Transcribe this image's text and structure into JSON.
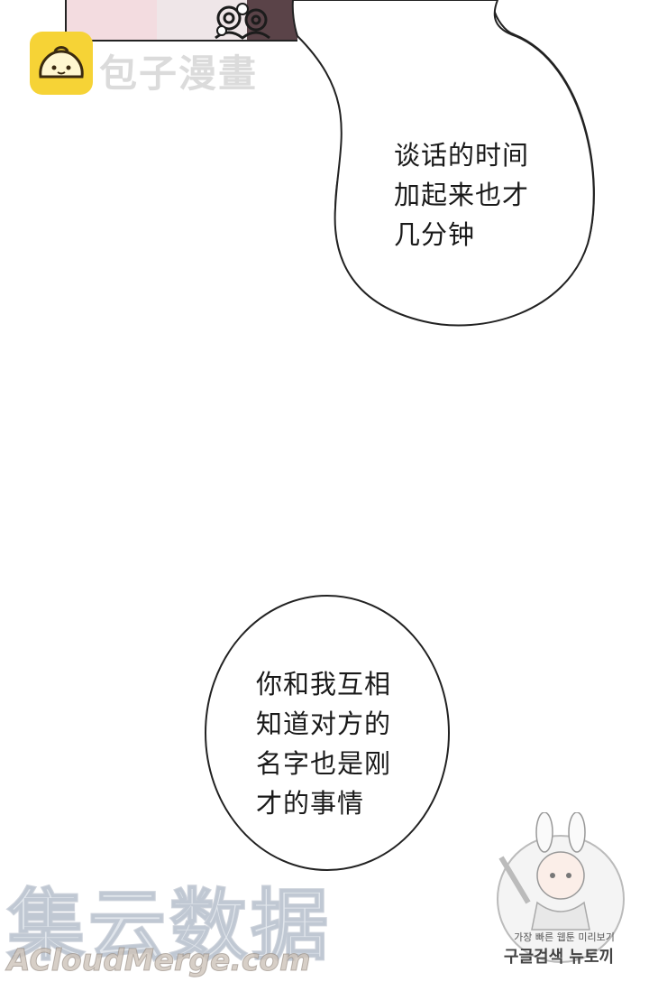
{
  "bubbles": [
    {
      "lines": [
        "谈话的时间",
        "加起来也才",
        "几分钟"
      ]
    },
    {
      "lines": [
        "你和我互相",
        "知道对方的",
        "名字也是刚",
        "才的事情"
      ]
    }
  ],
  "watermarks": {
    "top_brand": "包子漫畫",
    "bottom_brand_cn": "集云数据",
    "bottom_brand_en": "ACloudMerge.com",
    "korean_small": "가장 빠른 웹툰 미리보기",
    "korean_big": "구글검색 뉴토끼"
  },
  "colors": {
    "logo_yellow": "#f6d336",
    "ink": "#1a1a1a"
  },
  "icons": {
    "top_logo": "steamed-bun-icon",
    "korean_badge": "bunny-mascot-icon"
  }
}
